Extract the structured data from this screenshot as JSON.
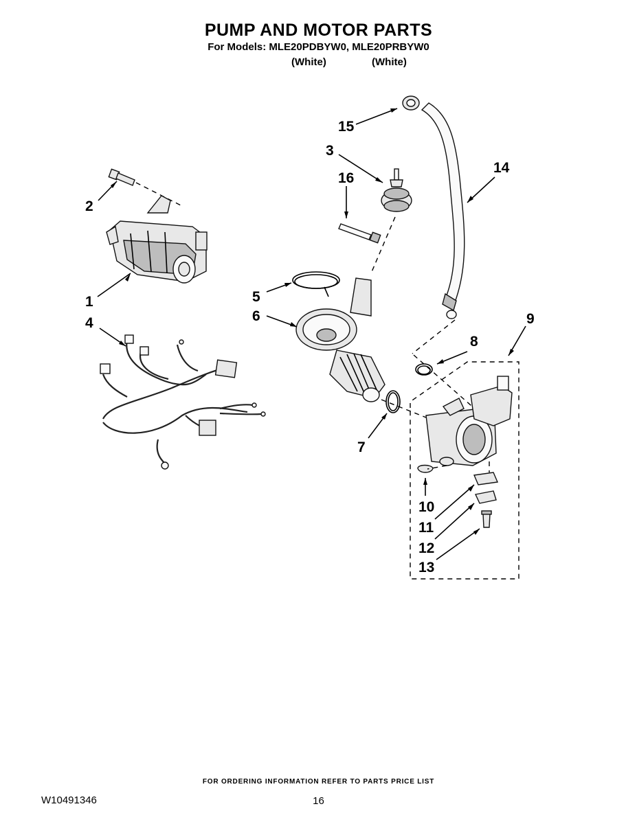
{
  "header": {
    "title": "PUMP AND MOTOR PARTS",
    "subtitle": "For Models: MLE20PDBYW0, MLE20PRBYW0",
    "color_1": "(White)",
    "color_2": "(White)"
  },
  "callouts": [
    "1",
    "2",
    "3",
    "4",
    "5",
    "6",
    "7",
    "8",
    "9",
    "10",
    "11",
    "12",
    "13",
    "14",
    "15",
    "16"
  ],
  "footer": {
    "ordering_note": "FOR ORDERING INFORMATION REFER TO PARTS PRICE LIST",
    "doc_number": "W10491346",
    "page_number": "16"
  }
}
